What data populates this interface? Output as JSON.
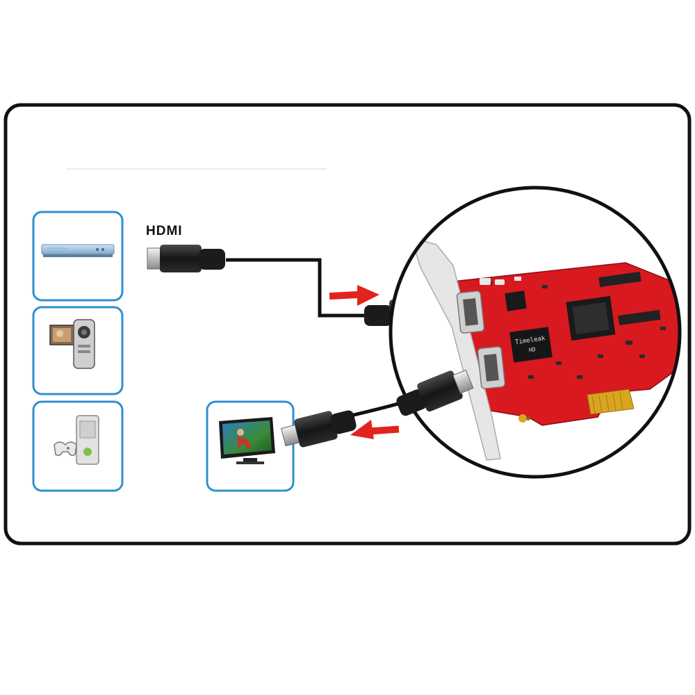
{
  "cable_label": "HDMI",
  "chip": {
    "brand": "Timeleak",
    "model": "HD"
  },
  "sources": [
    {
      "name": "dvd-player"
    },
    {
      "name": "camcorder"
    },
    {
      "name": "game-console"
    }
  ],
  "output": {
    "name": "tv"
  },
  "colors": {
    "frame": "#111111",
    "device_box": "#2f8fd0",
    "pcb": "#d8191f",
    "arrow": "#e3231d",
    "cable": "#111111",
    "bracket": "#e6e6e6"
  }
}
